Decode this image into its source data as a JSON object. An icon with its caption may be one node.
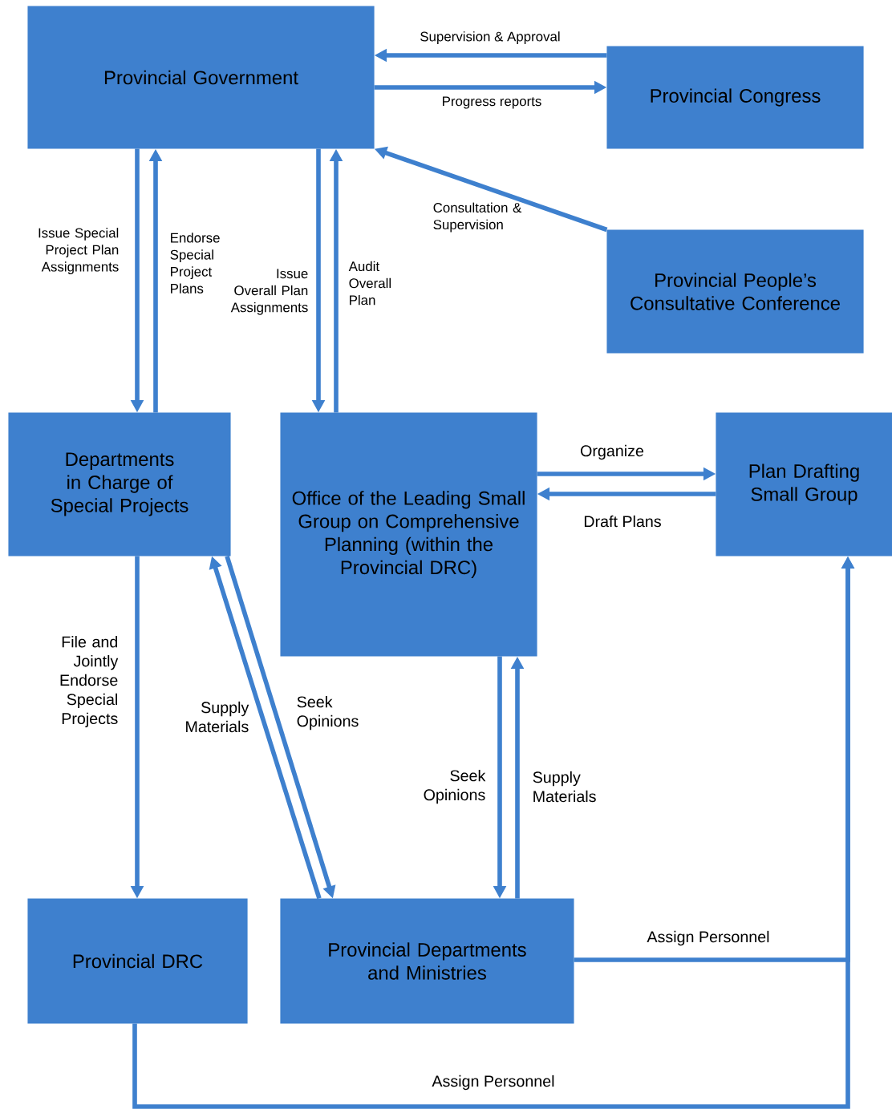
{
  "diagram": {
    "nodes": [
      {
        "text": [
          "Provincial Government"
        ]
      },
      {
        "text": [
          "Provincial Congress"
        ]
      },
      {
        "text": [
          "Provincial People’s Consultative Conference"
        ]
      },
      {
        "text": [
          "Departments in Charge of Special Projects"
        ]
      },
      {
        "text": [
          "Office of the Leading Small Group on Comprehensive Planning (within the Provincial DRC)"
        ]
      },
      {
        "text": [
          "Plan Drafting Small Group"
        ]
      },
      {
        "text": [
          "Provincial DRC"
        ]
      },
      {
        "text": [
          "Provincial Departments and Ministries"
        ]
      }
    ],
    "edges": [
      {
        "from": 1,
        "to": 0,
        "arrow": "to",
        "label": "Supervision & Approval"
      },
      {
        "from": 0,
        "to": 1,
        "arrow": "to",
        "label": "Progress reports"
      },
      {
        "from": 2,
        "to": 0,
        "arrow": "to",
        "label": "Consultation & Supervision"
      },
      {
        "from": 0,
        "to": 3,
        "arrow": "to",
        "label": "Issue Special Project Plan Assignments"
      },
      {
        "from": 3,
        "to": 0,
        "arrow": "to",
        "label": "Endorse Special Project Plans"
      },
      {
        "from": 0,
        "to": 4,
        "arrow": "to",
        "label": "Issue Overall Plan Assignments"
      },
      {
        "from": 4,
        "to": 0,
        "arrow": "to",
        "label": "Audit Overall Plan"
      },
      {
        "from": 4,
        "to": 5,
        "arrow": "to",
        "label": "Organize"
      },
      {
        "from": 5,
        "to": 4,
        "arrow": "to",
        "label": "Draft Plans"
      },
      {
        "from": 3,
        "to": 6,
        "arrow": "to",
        "label": "File and Jointly Endorse Special Projects"
      },
      {
        "from": 7,
        "to": 3,
        "arrow": "to",
        "label": "Supply Materials"
      },
      {
        "from": 3,
        "to": 7,
        "arrow": "to",
        "label": "Seek Opinions"
      },
      {
        "from": 4,
        "to": 7,
        "arrow": "to",
        "label": "Seek Opinions"
      },
      {
        "from": 7,
        "to": 4,
        "arrow": "to",
        "label": "Supply Materials"
      },
      {
        "from": 7,
        "to": 5,
        "arrow": "to",
        "label": "Assign Personnel"
      },
      {
        "from": 6,
        "to": 5,
        "arrow": "to",
        "label": "Assign Personnel"
      }
    ]
  }
}
